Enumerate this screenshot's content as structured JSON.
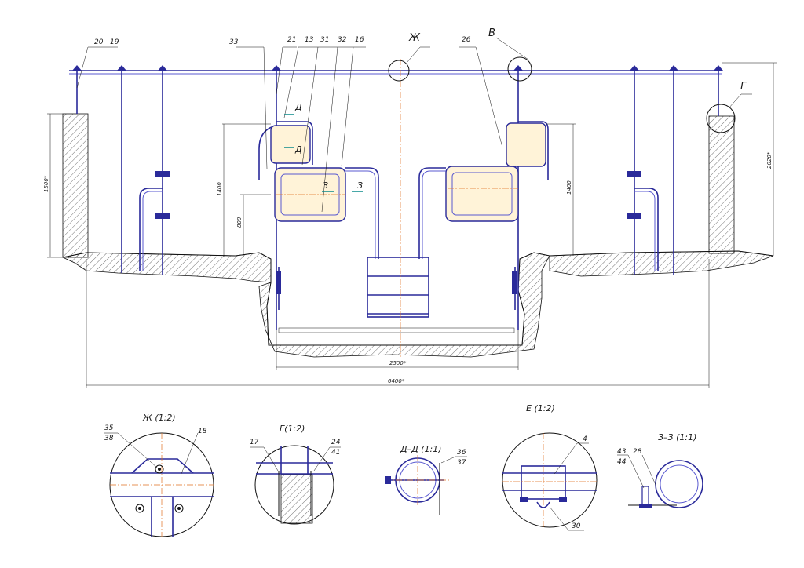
{
  "parts": {
    "p19": "19",
    "p20": "20",
    "p33": "33",
    "p21": "21",
    "p13": "13",
    "p31": "31",
    "p32": "32",
    "p16": "16",
    "p26": "26",
    "p4": "4",
    "p30": "30",
    "p35": "35",
    "p38": "38",
    "p18": "18",
    "p17": "17",
    "p24": "24",
    "p41": "41",
    "p36": "36",
    "p37": "37",
    "p43": "43",
    "p44": "44",
    "p28": "28"
  },
  "callouts": {
    "zh": "Ж",
    "v": "В",
    "g": "Г",
    "d1": "Д",
    "d2": "Д",
    "z1": "З",
    "z2": "З"
  },
  "dimensions": {
    "d1500": "1500*",
    "d1400_left": "1400",
    "d800": "800",
    "d1400_right": "1400",
    "d2020": "2020*",
    "d2500": "2500*",
    "d6400": "6400*"
  },
  "views": {
    "zh_view": "Ж (1:2)",
    "g_view": "Г(1:2)",
    "dd_view": "Д–Д (1:1)",
    "e_view": "Е (1:2)",
    "zz_view": "З–З (1:1)"
  }
}
